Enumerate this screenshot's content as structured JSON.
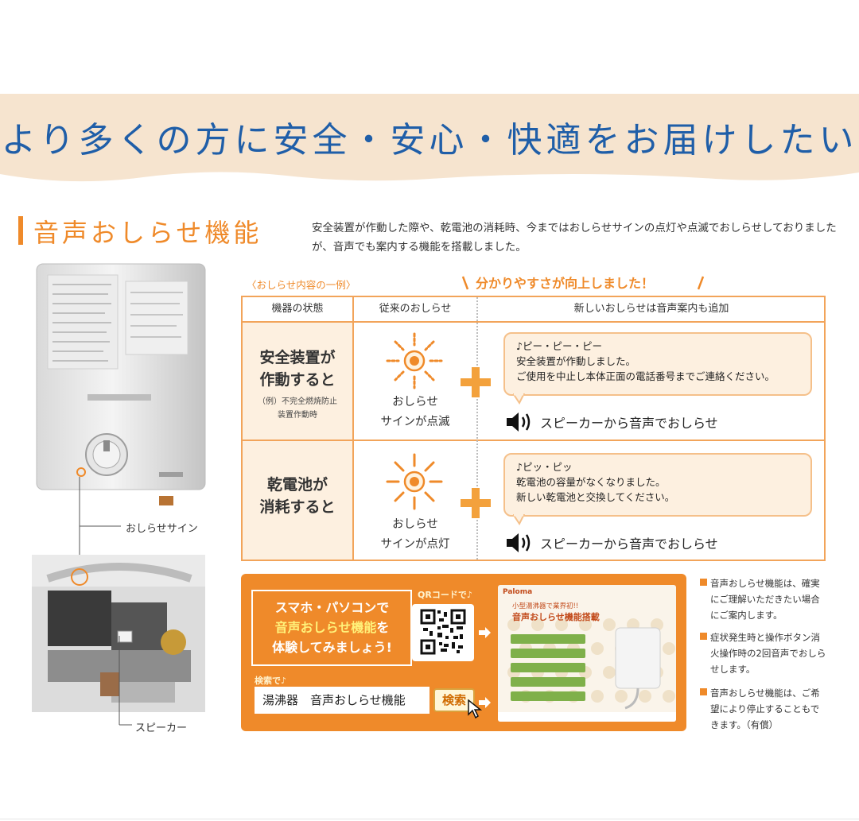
{
  "banner": {
    "title": "より多くの方に安全・安心・快適をお届けしたい"
  },
  "section": {
    "title": "音声おしらせ機能",
    "description": "安全装置が作動した際や、乾電池の消耗時、今まではおしらせサインの点灯や点滅でおしらせしておりましたが、音声でも案内する機能を搭載しました。"
  },
  "illustration": {
    "sign_label": "おしらせサイン",
    "speaker_label": "スピーカー"
  },
  "example": {
    "label": "〈おしらせ内容の一例〉",
    "improvement": "分かりやすさが向上しました！"
  },
  "table": {
    "headers": [
      "機器の状態",
      "従来のおしらせ",
      "新しいおしらせは音声案内も追加"
    ],
    "rows": [
      {
        "state_line1": "安全装置が",
        "state_line2": "作動すると",
        "note_line1": "（例）不完全燃焼防止",
        "note_line2": "装置作動時",
        "old_line1": "おしらせ",
        "old_line2": "サインが点滅",
        "voice_line1": "♪ピー・ピー・ピー",
        "voice_line2": "安全装置が作動しました。",
        "voice_line3": "ご使用を中止し本体正面の電話番号までご連絡ください。",
        "speaker": "スピーカーから音声でおしらせ"
      },
      {
        "state_line1": "乾電池が",
        "state_line2": "消耗すると",
        "old_line1": "おしらせ",
        "old_line2": "サインが点灯",
        "voice_line1": "♪ピッ・ピッ",
        "voice_line2": "乾電池の容量がなくなりました。",
        "voice_line3": "新しい乾電池と交換してください。",
        "speaker": "スピーカーから音声でおしらせ"
      }
    ]
  },
  "trial": {
    "line1": "スマホ・パソコンで",
    "line2_highlight": "音声おしらせ機能",
    "line2_rest": "を",
    "line3": "体験してみましょう!",
    "qr_label": "QRコードで♪",
    "search_label": "検索で♪",
    "search_value": "湯沸器　音声おしらせ機能",
    "search_button": "検索",
    "preview_brand": "Paloma",
    "preview_catch": "小型湯沸器で業界初!!",
    "preview_title": "音声おしらせ機能搭載"
  },
  "notes": [
    "音声おしらせ機能は、確実にご理解いただきたい場合にご案内します。",
    "症状発生時と操作ボタン消火操作時の2回音声でおしらせします。",
    "音声おしらせ機能は、ご希望により停止することもできます。（有償）"
  ],
  "colors": {
    "accent": "#ef8a2a",
    "title_blue": "#1f5ea8",
    "banner_bg": "#f6e4cf",
    "bubble_bg": "#fdf0e0"
  }
}
